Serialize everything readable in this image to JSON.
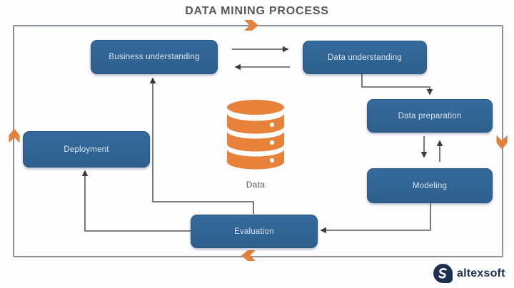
{
  "title": "DATA MINING PROCESS",
  "diagram": {
    "nodes": {
      "business_understanding": {
        "label": "Business understanding"
      },
      "data_understanding": {
        "label": "Data understanding"
      },
      "data_preparation": {
        "label": "Data preparation"
      },
      "modeling": {
        "label": "Modeling"
      },
      "evaluation": {
        "label": "Evaluation"
      },
      "deployment": {
        "label": "Deployment"
      }
    },
    "data_store": {
      "label": "Data",
      "icon": "database-icon"
    },
    "edges": [
      {
        "from": "business_understanding",
        "to": "data_understanding"
      },
      {
        "from": "data_understanding",
        "to": "business_understanding"
      },
      {
        "from": "data_understanding",
        "to": "data_preparation"
      },
      {
        "from": "data_preparation",
        "to": "modeling"
      },
      {
        "from": "modeling",
        "to": "data_preparation"
      },
      {
        "from": "modeling",
        "to": "evaluation"
      },
      {
        "from": "evaluation",
        "to": "business_understanding"
      },
      {
        "from": "evaluation",
        "to": "deployment"
      }
    ],
    "cycle": {
      "shape": "outer-rectangle",
      "direction": "clockwise",
      "arrow_icon": "chevron-arrow-icon"
    }
  },
  "colors": {
    "node_fill": "#30628f",
    "node_text": "#d9e6f2",
    "accent_orange": "#e5803b",
    "connector": "#555555",
    "border_gray": "#8b9299",
    "title_text": "#57585a",
    "brand_navy": "#1d3150",
    "background": "#fdfdfe"
  },
  "footer": {
    "brand": "altexsoft"
  }
}
